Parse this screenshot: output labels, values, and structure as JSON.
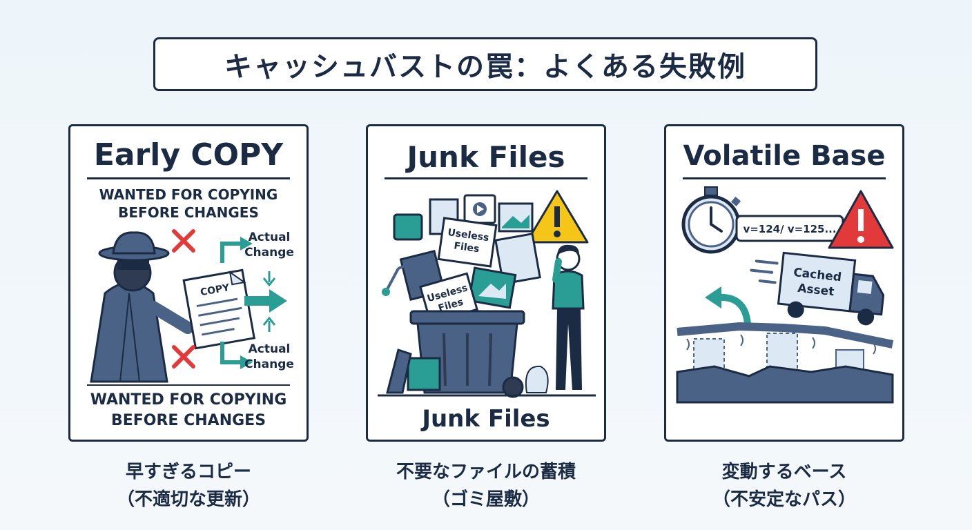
{
  "header": {
    "title": "キャッシュバストの罠：よくある失敗例"
  },
  "cards": [
    {
      "title": "Early COPY",
      "wanted_top": [
        "WANTED FOR COPYING",
        "BEFORE CHANGES"
      ],
      "labels": {
        "doc": "COPY",
        "change_top": [
          "Actual",
          "Change"
        ],
        "change_bottom": [
          "Actual",
          "Change"
        ]
      },
      "wanted_bottom": [
        "WANTED FOR COPYING",
        "BEFORE CHANGES"
      ],
      "caption": [
        "早すぎるコピー",
        "（不適切な更新）"
      ]
    },
    {
      "title": "Junk Files",
      "labels": {
        "file_a": [
          "Useless",
          "Files"
        ],
        "file_b": [
          "Useless",
          "Files"
        ]
      },
      "bottom_title": "Junk Files",
      "caption": [
        "不要なファイルの蓄積",
        "（ゴミ屋敷）"
      ]
    },
    {
      "title": "Volatile Base",
      "labels": {
        "version_path": "v=124/ v=125...",
        "truck": [
          "Cached",
          "Asset"
        ]
      },
      "caption": [
        "変動するベース",
        "（不安定なパス）"
      ]
    }
  ],
  "colors": {
    "navy": "#1b2b44",
    "slate": "#4a6285",
    "teal": "#2a9d94",
    "red": "#e23a3a",
    "warning_yellow": "#f5c518",
    "light_blue": "#dce9f5"
  }
}
